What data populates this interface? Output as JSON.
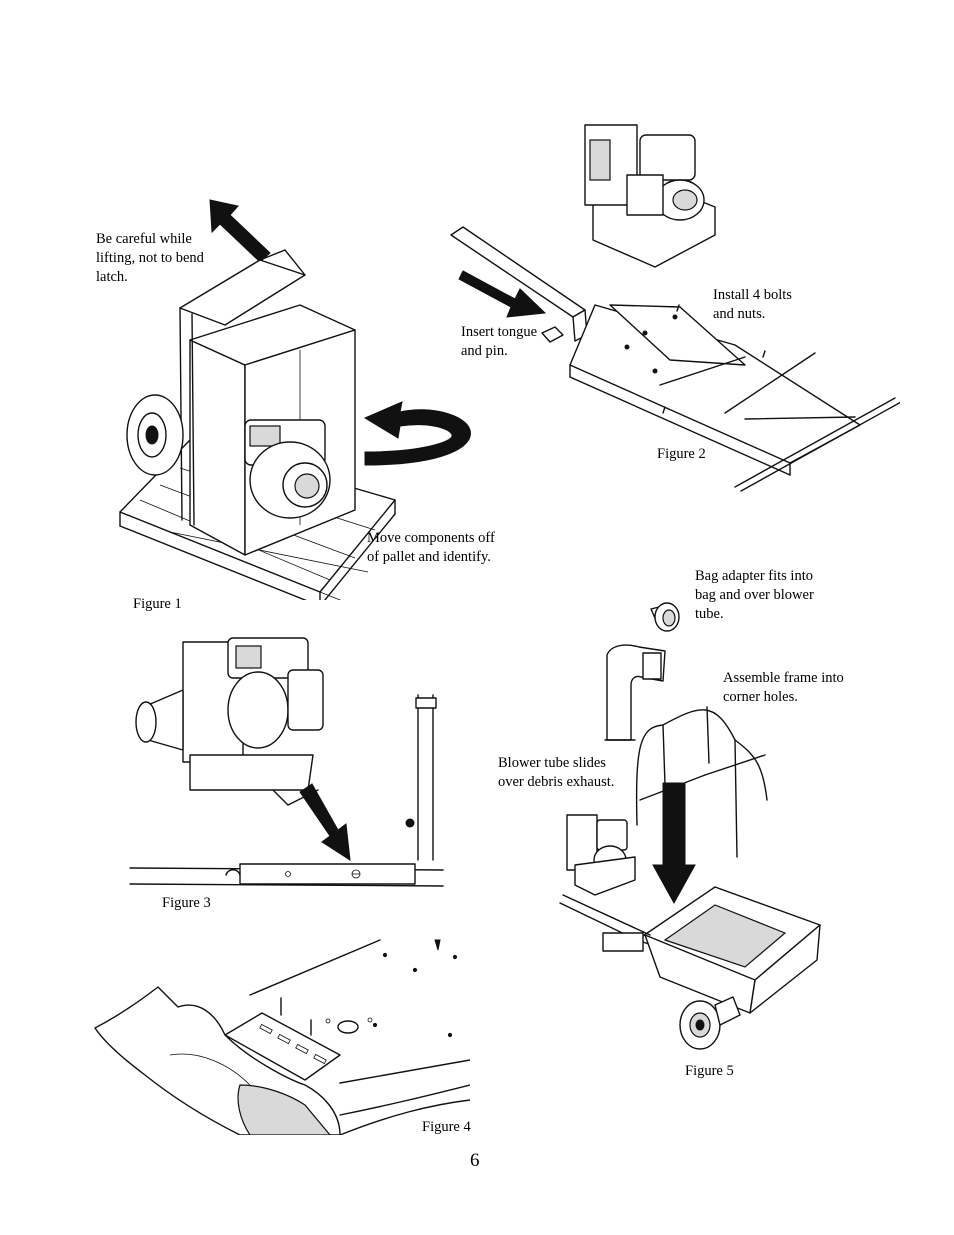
{
  "figures": {
    "figure1": {
      "caption": "Figure 1",
      "note_lift": "Be careful while\nlifting, not to bend\nlatch.",
      "note_pallet": "Move components off\nof pallet and identify."
    },
    "figure2": {
      "caption": "Figure 2",
      "note_bolts": "Install 4 bolts\nand nuts.",
      "note_tongue": "Insert tongue\nand pin."
    },
    "figure3": {
      "caption": "Figure 3"
    },
    "figure4": {
      "caption": "Figure 4"
    },
    "figure5": {
      "caption": "Figure 5",
      "note_adapter": "Bag adapter fits into\nbag and over blower\ntube.",
      "note_frame": "Assemble frame into\ncorner holes.",
      "note_tube": "Blower tube slides\nover debris exhaust."
    }
  },
  "page_number": "6",
  "colors": {
    "ink": "#111111",
    "paper": "#ffffff",
    "shade": "#d9d9d9"
  }
}
